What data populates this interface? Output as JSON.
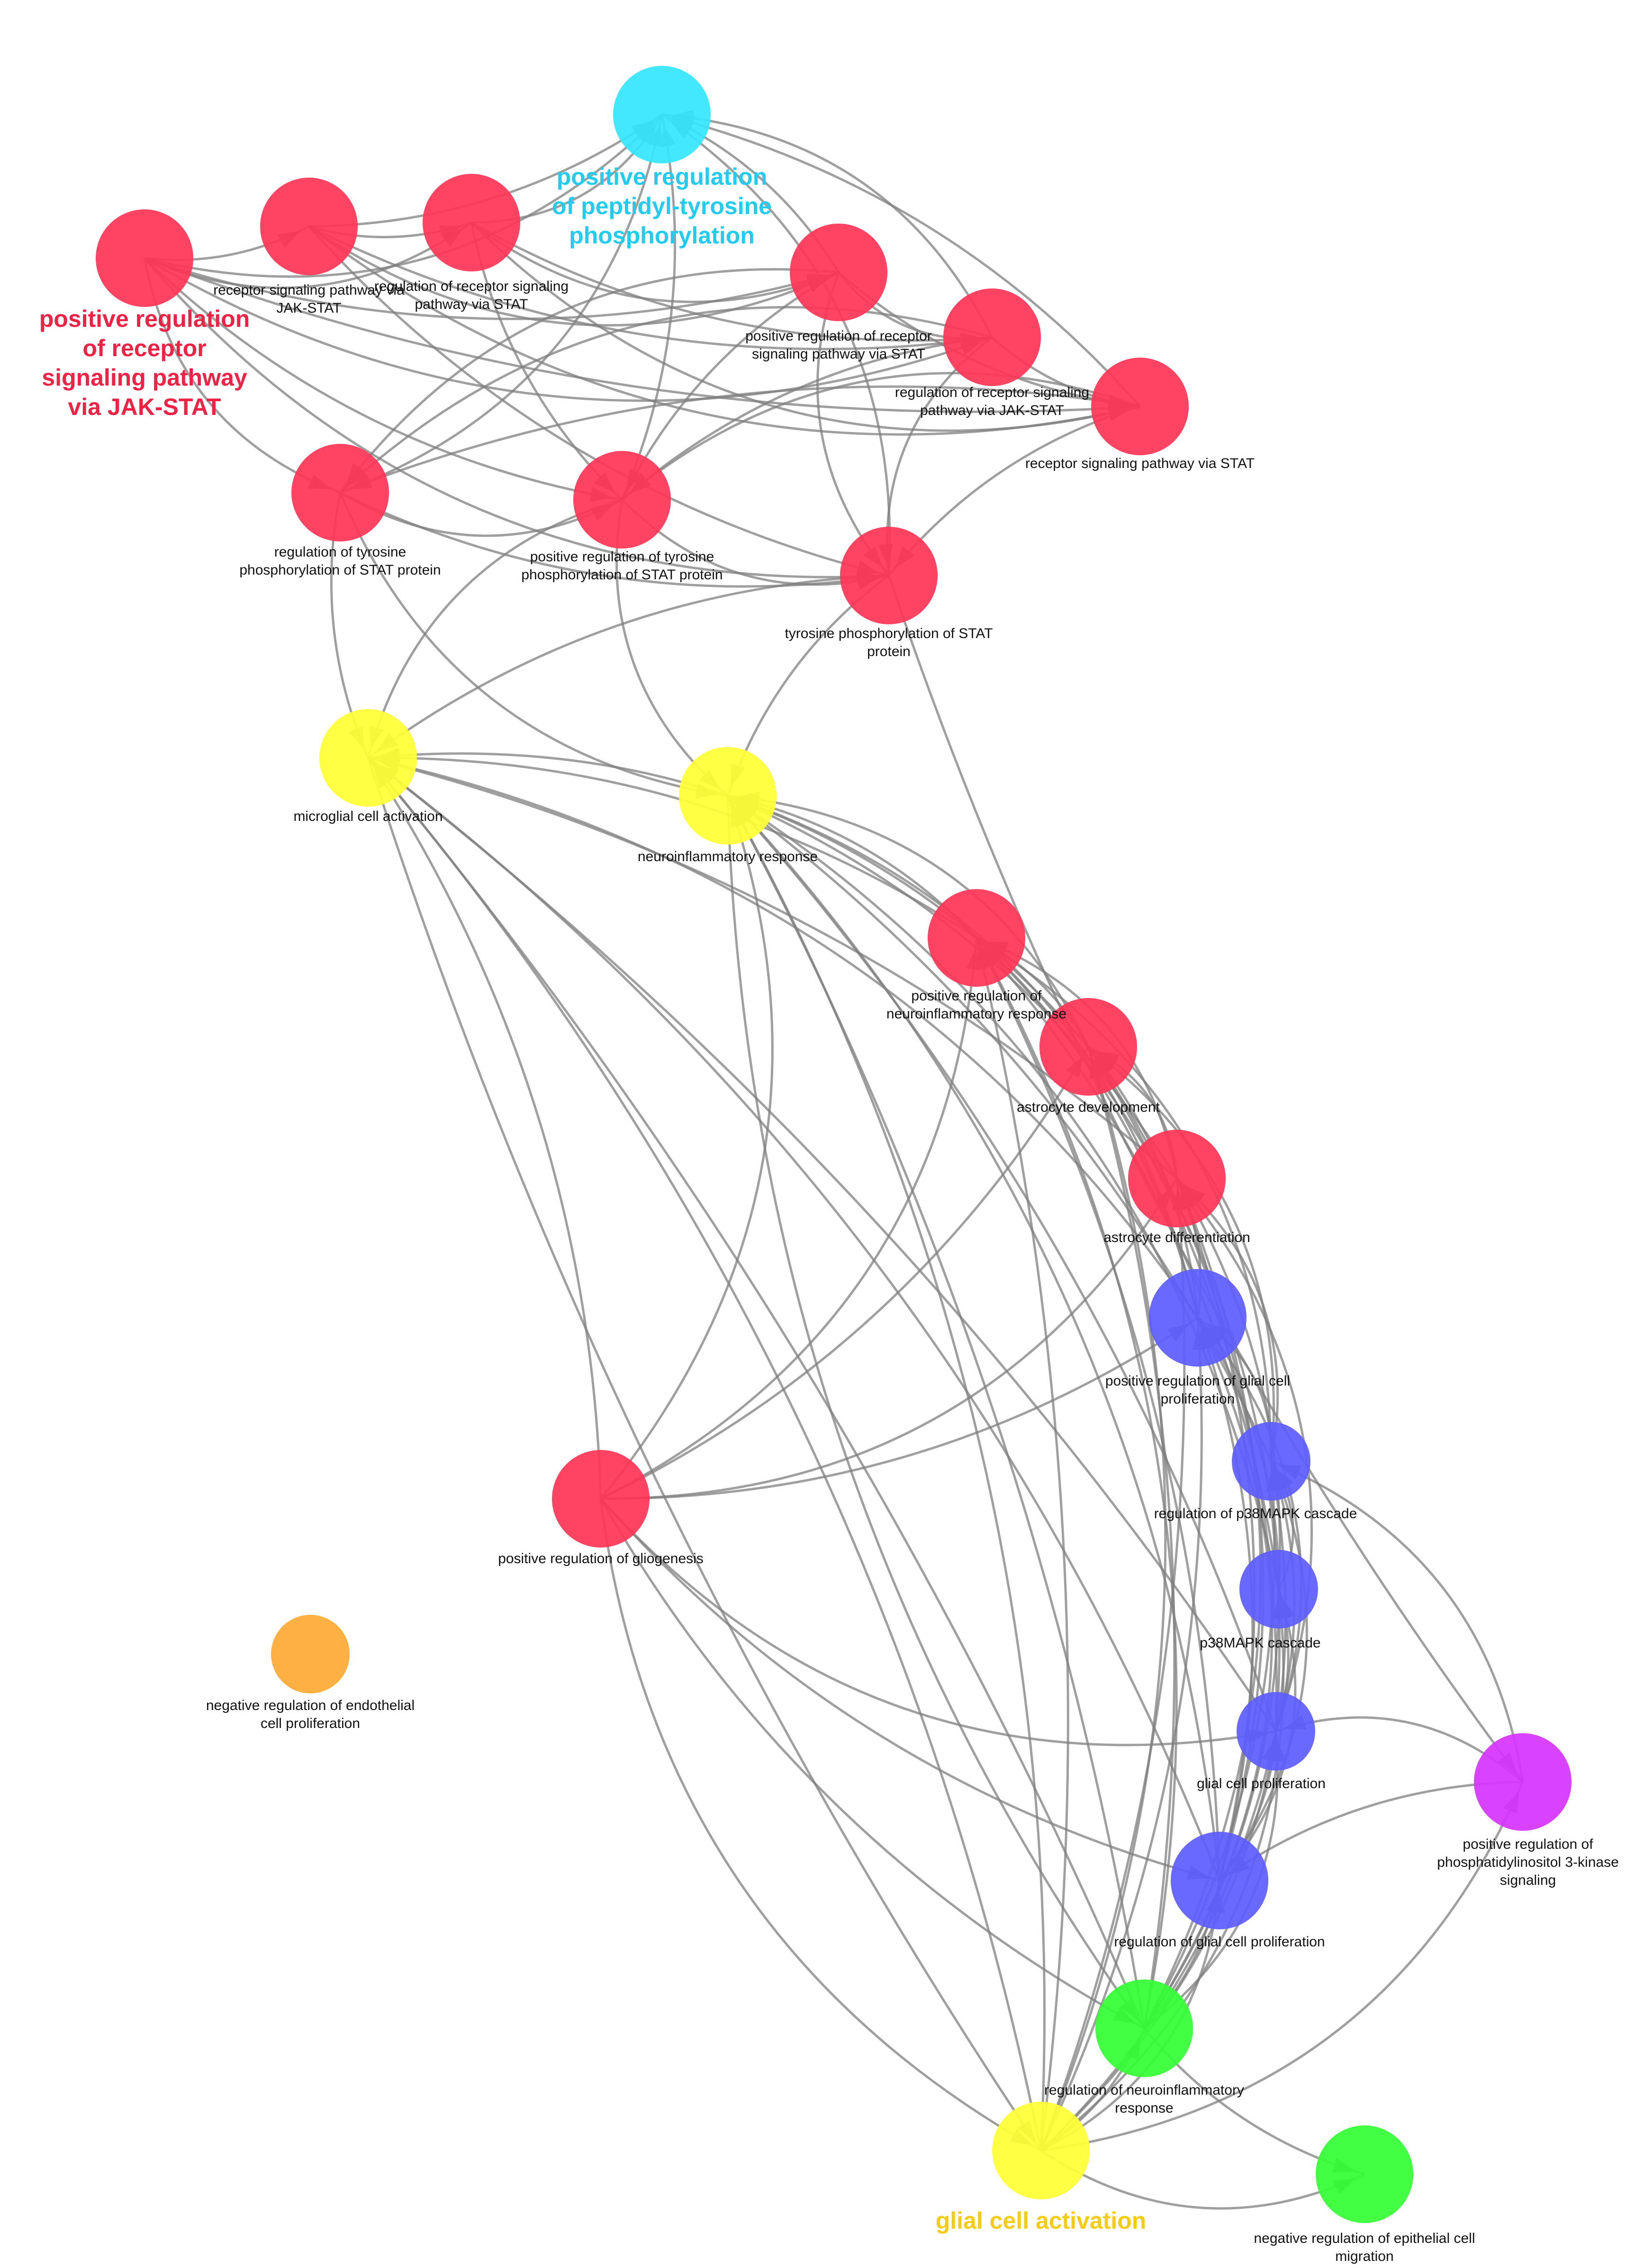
{
  "colors": {
    "red": "#ff3355",
    "cyan": "#33e6ff",
    "yellow": "#ffff33",
    "blue": "#5c5cff",
    "magenta": "#d633ff",
    "green": "#33ff33",
    "orange": "#ffa933",
    "edge": "#7f7f7f",
    "red_label": "#ee2244",
    "cyan_label": "#22ccee",
    "yellow_label": "#f5cc11"
  },
  "nodes": [
    {
      "id": "n1",
      "name": "node-pos-reg-receptor-jak-stat",
      "color": "red",
      "label": [
        "positive regulation",
        "of receptor",
        "signaling pathway",
        "via JAK-STAT"
      ],
      "emph": true
    },
    {
      "id": "n2",
      "name": "node-receptor-jak-stat",
      "color": "red",
      "label": [
        "receptor signaling pathway via",
        "JAK-STAT"
      ]
    },
    {
      "id": "n3",
      "name": "node-reg-receptor-stat",
      "color": "red",
      "label": [
        "regulation of receptor signaling",
        "pathway via STAT"
      ]
    },
    {
      "id": "n4",
      "name": "node-pos-reg-peptidyl-tyrosine",
      "color": "cyan",
      "label": [
        "positive regulation",
        "of peptidyl-tyrosine",
        "phosphorylation"
      ],
      "emph": true
    },
    {
      "id": "n5",
      "name": "node-pos-reg-receptor-stat",
      "color": "red",
      "label": [
        "positive regulation of receptor",
        "signaling pathway via STAT"
      ]
    },
    {
      "id": "n6",
      "name": "node-reg-receptor-jak-stat",
      "color": "red",
      "label": [
        "regulation of receptor signaling",
        "pathway via JAK-STAT"
      ]
    },
    {
      "id": "n7",
      "name": "node-receptor-stat",
      "color": "red",
      "label": [
        "receptor signaling pathway via STAT"
      ]
    },
    {
      "id": "n8",
      "name": "node-reg-tyrosine-stat",
      "color": "red",
      "label": [
        "regulation of tyrosine",
        "phosphorylation of STAT protein"
      ]
    },
    {
      "id": "n9",
      "name": "node-pos-reg-tyrosine-stat",
      "color": "red",
      "label": [
        "positive regulation of tyrosine",
        "phosphorylation of STAT protein"
      ]
    },
    {
      "id": "n10",
      "name": "node-tyrosine-stat",
      "color": "red",
      "label": [
        "tyrosine phosphorylation of STAT",
        "protein"
      ]
    },
    {
      "id": "n11",
      "name": "node-microglial-activation",
      "color": "yellow",
      "label": [
        "microglial cell activation"
      ]
    },
    {
      "id": "n12",
      "name": "node-neuroinflammatory-response",
      "color": "yellow",
      "label": [
        "neuroinflammatory response"
      ]
    },
    {
      "id": "n13",
      "name": "node-pos-reg-neuroinflammatory",
      "color": "red",
      "label": [
        "positive regulation of",
        "neuroinflammatory response"
      ]
    },
    {
      "id": "n14",
      "name": "node-astrocyte-development",
      "color": "red",
      "label": [
        "astrocyte development"
      ]
    },
    {
      "id": "n15",
      "name": "node-astrocyte-differentiation",
      "color": "red",
      "label": [
        "astrocyte differentiation"
      ]
    },
    {
      "id": "n16",
      "name": "node-pos-reg-glial-proliferation",
      "color": "blue",
      "label": [
        "positive regulation of glial cell",
        "proliferation"
      ]
    },
    {
      "id": "n17",
      "name": "node-pos-reg-gliogenesis",
      "color": "red",
      "label": [
        "positive regulation of gliogenesis"
      ]
    },
    {
      "id": "n18",
      "name": "node-reg-p38mapk",
      "color": "blue",
      "label": [
        "regulation of p38MAPK cascade"
      ]
    },
    {
      "id": "n19",
      "name": "node-p38mapk",
      "color": "blue",
      "label": [
        "p38MAPK cascade"
      ]
    },
    {
      "id": "n20",
      "name": "node-neg-reg-endothelial",
      "color": "orange",
      "label": [
        "negative regulation of endothelial",
        "cell proliferation"
      ]
    },
    {
      "id": "n21",
      "name": "node-glial-proliferation",
      "color": "blue",
      "label": [
        "glial cell proliferation"
      ]
    },
    {
      "id": "n22",
      "name": "node-pos-reg-pi3k",
      "color": "magenta",
      "label": [
        "positive regulation of",
        "phosphatidylinositol 3-kinase",
        "signaling"
      ]
    },
    {
      "id": "n23",
      "name": "node-reg-glial-proliferation",
      "color": "blue",
      "label": [
        "regulation of glial cell proliferation"
      ]
    },
    {
      "id": "n24",
      "name": "node-reg-neuroinflammatory",
      "color": "green",
      "label": [
        "regulation of neuroinflammatory",
        "response"
      ]
    },
    {
      "id": "n25",
      "name": "node-glial-activation",
      "color": "yellow",
      "label": [
        "glial cell activation"
      ],
      "emph": true
    },
    {
      "id": "n26",
      "name": "node-neg-reg-epithelial-migration",
      "color": "green",
      "label": [
        "negative regulation of epithelial cell",
        "migration"
      ]
    }
  ],
  "edges": [
    [
      "n1",
      "n4"
    ],
    [
      "n2",
      "n4"
    ],
    [
      "n3",
      "n4"
    ],
    [
      "n5",
      "n4"
    ],
    [
      "n6",
      "n4"
    ],
    [
      "n7",
      "n4"
    ],
    [
      "n8",
      "n4"
    ],
    [
      "n9",
      "n4"
    ],
    [
      "n10",
      "n4"
    ],
    [
      "n1",
      "n2"
    ],
    [
      "n1",
      "n3"
    ],
    [
      "n1",
      "n5"
    ],
    [
      "n1",
      "n6"
    ],
    [
      "n1",
      "n7"
    ],
    [
      "n1",
      "n8"
    ],
    [
      "n1",
      "n9"
    ],
    [
      "n1",
      "n10"
    ],
    [
      "n2",
      "n3"
    ],
    [
      "n2",
      "n5"
    ],
    [
      "n2",
      "n6"
    ],
    [
      "n2",
      "n7"
    ],
    [
      "n2",
      "n10"
    ],
    [
      "n3",
      "n5"
    ],
    [
      "n3",
      "n6"
    ],
    [
      "n3",
      "n7"
    ],
    [
      "n3",
      "n9"
    ],
    [
      "n5",
      "n6"
    ],
    [
      "n5",
      "n7"
    ],
    [
      "n5",
      "n8"
    ],
    [
      "n5",
      "n9"
    ],
    [
      "n5",
      "n10"
    ],
    [
      "n6",
      "n7"
    ],
    [
      "n6",
      "n8"
    ],
    [
      "n6",
      "n9"
    ],
    [
      "n6",
      "n10"
    ],
    [
      "n7",
      "n8"
    ],
    [
      "n7",
      "n9"
    ],
    [
      "n7",
      "n10"
    ],
    [
      "n8",
      "n9"
    ],
    [
      "n8",
      "n10"
    ],
    [
      "n9",
      "n10"
    ],
    [
      "n8",
      "n11"
    ],
    [
      "n9",
      "n11"
    ],
    [
      "n10",
      "n11"
    ],
    [
      "n9",
      "n12"
    ],
    [
      "n10",
      "n12"
    ],
    [
      "n8",
      "n12"
    ],
    [
      "n13",
      "n11"
    ],
    [
      "n14",
      "n11"
    ],
    [
      "n15",
      "n11"
    ],
    [
      "n16",
      "n11"
    ],
    [
      "n21",
      "n11"
    ],
    [
      "n23",
      "n11"
    ],
    [
      "n24",
      "n11"
    ],
    [
      "n25",
      "n11"
    ],
    [
      "n13",
      "n12"
    ],
    [
      "n14",
      "n12"
    ],
    [
      "n15",
      "n12"
    ],
    [
      "n16",
      "n12"
    ],
    [
      "n18",
      "n12"
    ],
    [
      "n19",
      "n12"
    ],
    [
      "n21",
      "n12"
    ],
    [
      "n23",
      "n12"
    ],
    [
      "n24",
      "n12"
    ],
    [
      "n25",
      "n12"
    ],
    [
      "n11",
      "n25"
    ],
    [
      "n12",
      "n24"
    ],
    [
      "n14",
      "n13"
    ],
    [
      "n15",
      "n13"
    ],
    [
      "n16",
      "n13"
    ],
    [
      "n18",
      "n13"
    ],
    [
      "n19",
      "n13"
    ],
    [
      "n21",
      "n13"
    ],
    [
      "n23",
      "n13"
    ],
    [
      "n24",
      "n13"
    ],
    [
      "n25",
      "n13"
    ],
    [
      "n15",
      "n14"
    ],
    [
      "n16",
      "n14"
    ],
    [
      "n18",
      "n14"
    ],
    [
      "n21",
      "n14"
    ],
    [
      "n23",
      "n14"
    ],
    [
      "n24",
      "n14"
    ],
    [
      "n25",
      "n14"
    ],
    [
      "n16",
      "n15"
    ],
    [
      "n18",
      "n15"
    ],
    [
      "n19",
      "n15"
    ],
    [
      "n21",
      "n15"
    ],
    [
      "n23",
      "n15"
    ],
    [
      "n24",
      "n15"
    ],
    [
      "n25",
      "n15"
    ],
    [
      "n18",
      "n16"
    ],
    [
      "n19",
      "n16"
    ],
    [
      "n21",
      "n16"
    ],
    [
      "n23",
      "n16"
    ],
    [
      "n24",
      "n16"
    ],
    [
      "n25",
      "n16"
    ],
    [
      "n19",
      "n18"
    ],
    [
      "n21",
      "n18"
    ],
    [
      "n23",
      "n18"
    ],
    [
      "n24",
      "n18"
    ],
    [
      "n25",
      "n18"
    ],
    [
      "n21",
      "n19"
    ],
    [
      "n23",
      "n19"
    ],
    [
      "n24",
      "n19"
    ],
    [
      "n25",
      "n19"
    ],
    [
      "n23",
      "n21"
    ],
    [
      "n24",
      "n21"
    ],
    [
      "n25",
      "n21"
    ],
    [
      "n22",
      "n21"
    ],
    [
      "n22",
      "n23"
    ],
    [
      "n22",
      "n18"
    ],
    [
      "n24",
      "n23"
    ],
    [
      "n25",
      "n23"
    ],
    [
      "n25",
      "n24"
    ],
    [
      "n17",
      "n13"
    ],
    [
      "n17",
      "n14"
    ],
    [
      "n17",
      "n15"
    ],
    [
      "n17",
      "n16"
    ],
    [
      "n17",
      "n21"
    ],
    [
      "n17",
      "n23"
    ],
    [
      "n17",
      "n12"
    ],
    [
      "n17",
      "n24"
    ],
    [
      "n17",
      "n25"
    ],
    [
      "n17",
      "n11"
    ],
    [
      "n25",
      "n26"
    ],
    [
      "n24",
      "n26"
    ],
    [
      "n25",
      "n22"
    ],
    [
      "n10",
      "n22"
    ]
  ]
}
